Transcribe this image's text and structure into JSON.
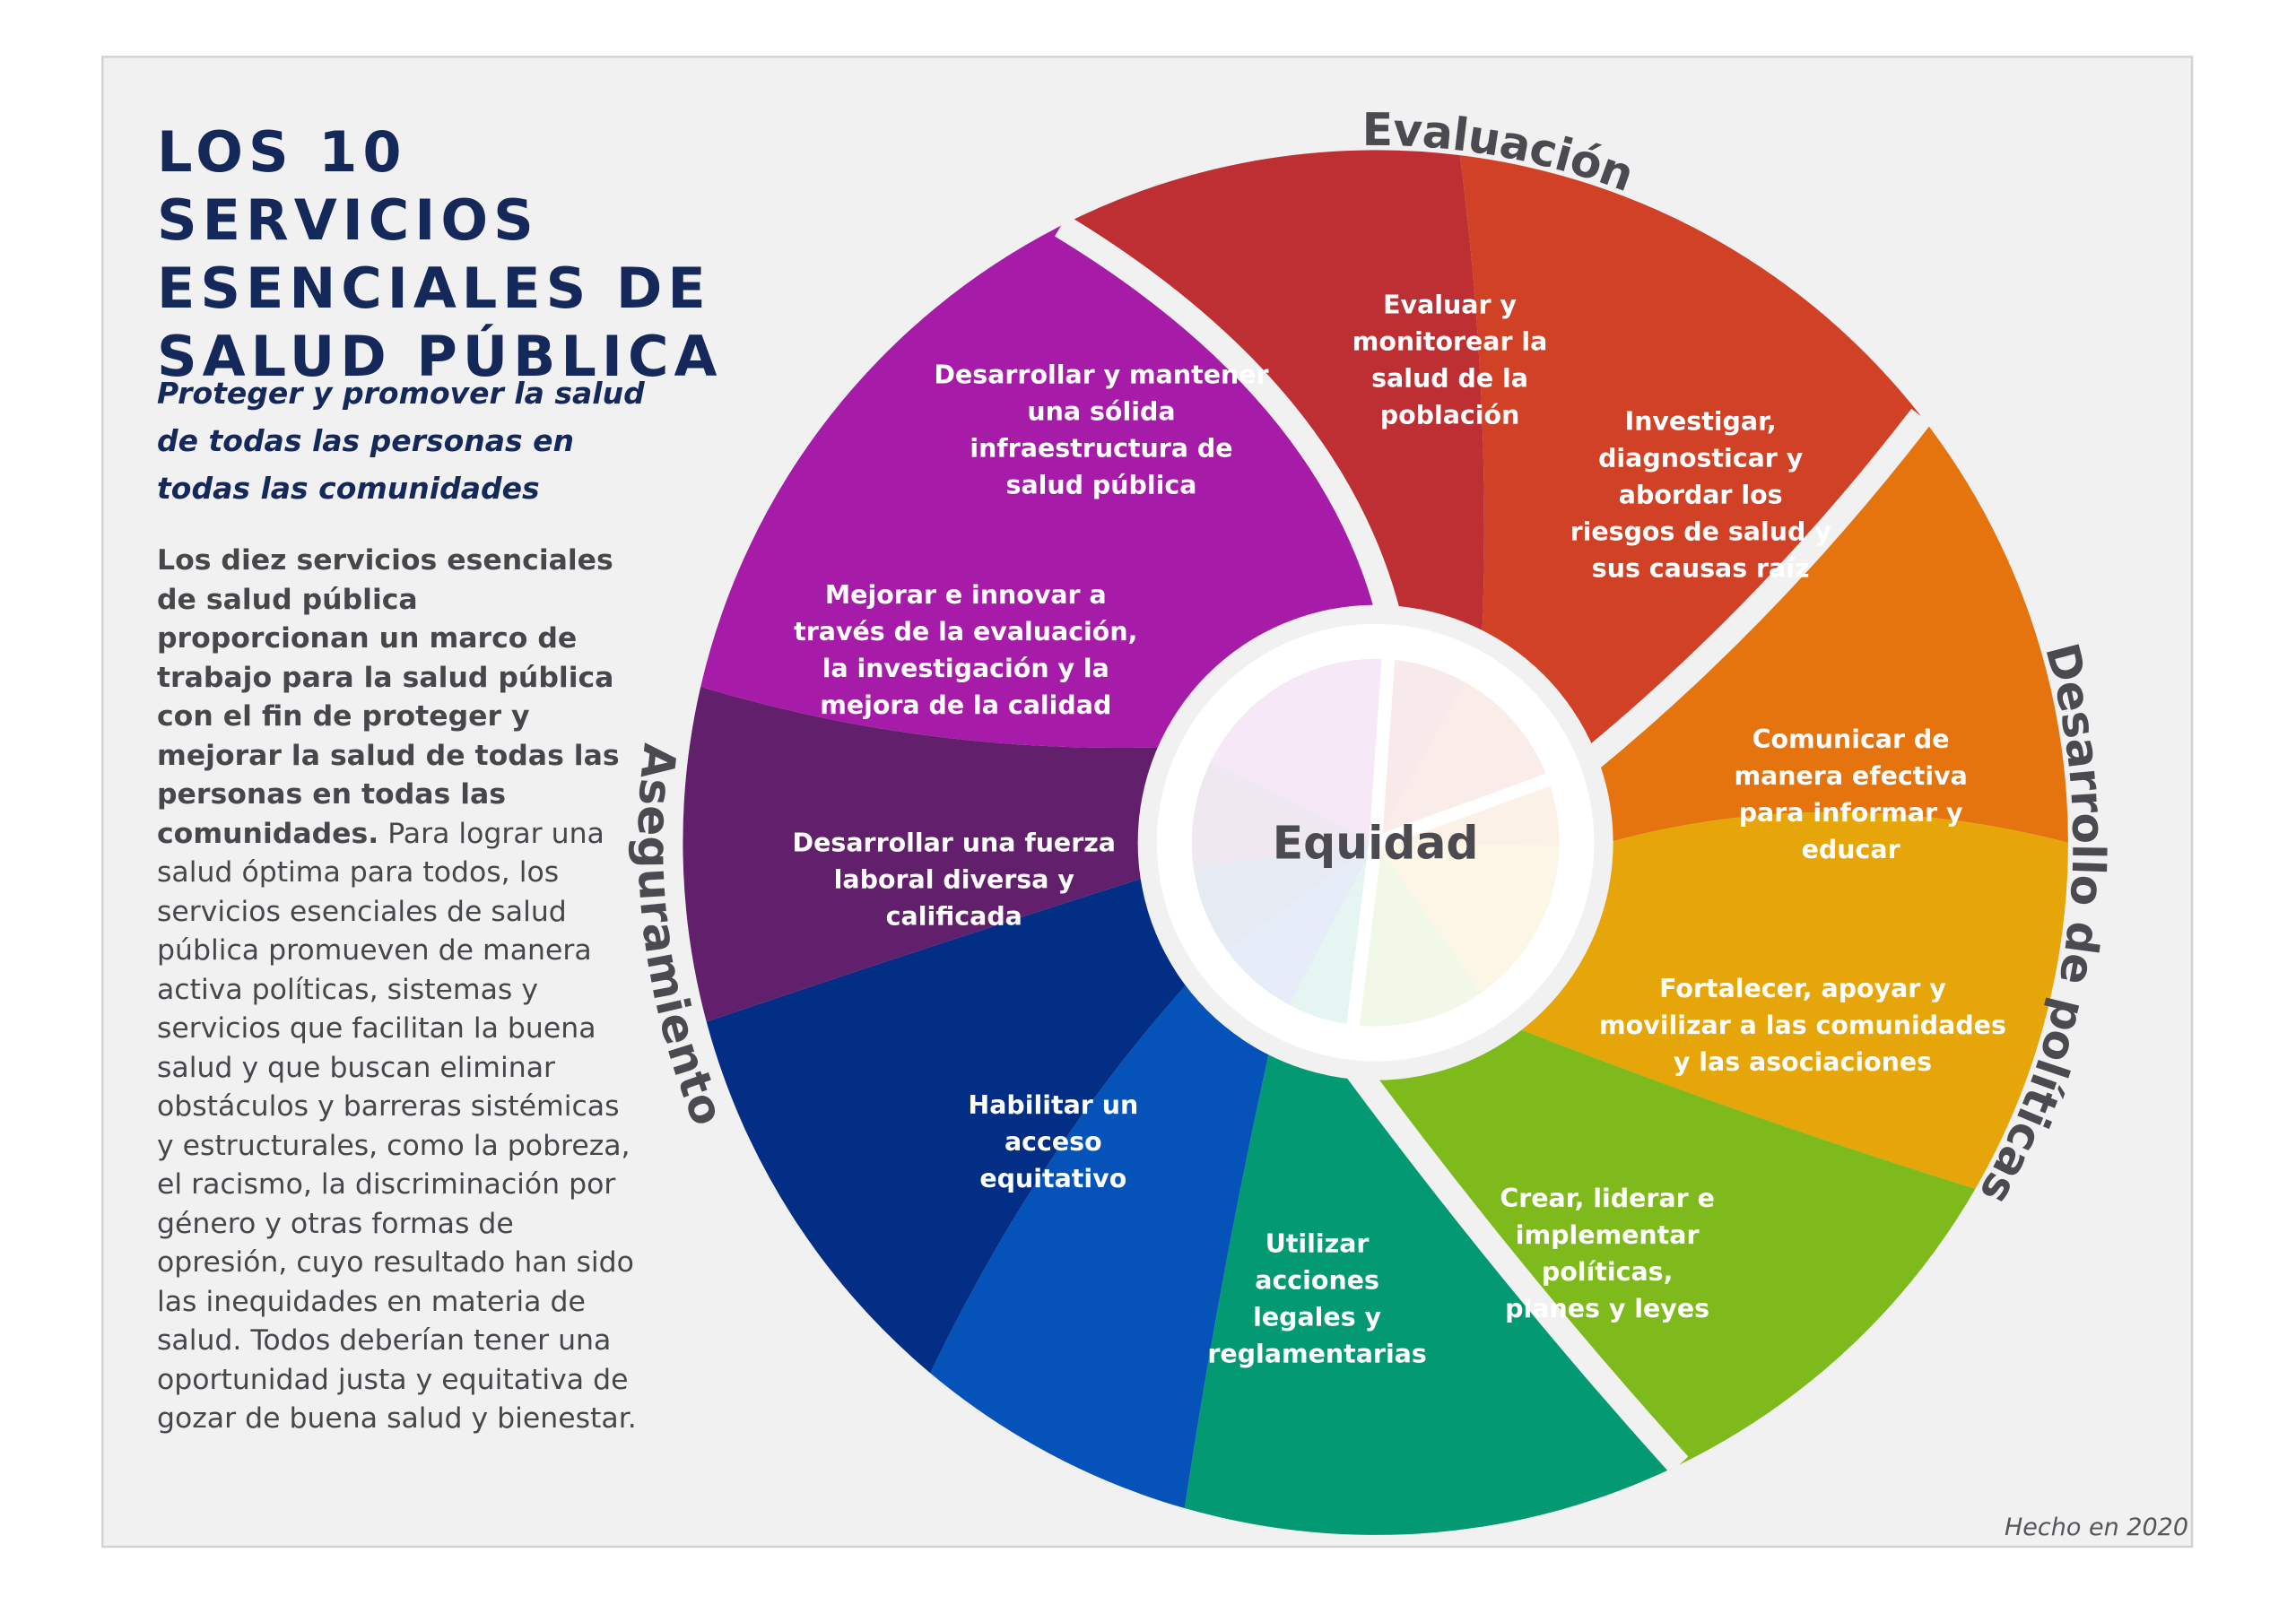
{
  "title": "LOS 10 SERVICIOS ESENCIALES DE SALUD PÚBLICA",
  "subtitle": "Proteger y promover la salud de todas las personas en todas las comunidades",
  "intro": {
    "bold": "Los diez servicios esenciales de salud pública proporcionan un marco de trabajo para la salud pública con el fin de proteger y mejorar la salud de todas las personas en todas las comunidades.",
    "regular": " Para lograr una salud óptima para todos, los servicios esenciales de salud pública promueven de manera activa políticas, sistemas y servicios que facilitan la buena salud y que buscan eliminar obstáculos y barreras sistémicas y estructurales, como la pobreza, el racismo, la discriminación por género y otras formas de opresión, cuyo resultado han sido las inequidades en materia de salud. Todos deberían tener una oportunidad justa y equitativa de gozar de buena salud y bienestar."
  },
  "center_label": "Equidad",
  "groups": [
    {
      "label": "Evaluación"
    },
    {
      "label": "Desarrollo de políticas"
    },
    {
      "label": "Aseguramiento"
    }
  ],
  "services": [
    {
      "lines": [
        "Evaluar y",
        "monitorear la",
        "salud de la",
        "población"
      ],
      "color": "#bd2f32"
    },
    {
      "lines": [
        "Investigar,",
        "diagnosticar y",
        "abordar los",
        "riesgos de salud y",
        "sus causas raíz"
      ],
      "color": "#d14125"
    },
    {
      "lines": [
        "Comunicar de",
        "manera efectiva",
        "para informar y",
        "educar"
      ],
      "color": "#e5730e"
    },
    {
      "lines": [
        "Fortalecer, apoyar y",
        "movilizar a las comunidades",
        "y las asociaciones"
      ],
      "color": "#e6a508"
    },
    {
      "lines": [
        "Crear, liderar e",
        "implementar",
        "políticas,",
        "planes y leyes"
      ],
      "color": "#7fba1d"
    },
    {
      "lines": [
        "Utilizar",
        "acciones",
        "legales y",
        "reglamentarias"
      ],
      "color": "#039a73"
    },
    {
      "lines": [
        "Habilitar un",
        "acceso",
        "equitativo"
      ],
      "color": "#0553b8"
    },
    {
      "lines": [
        "Desarrollar una fuerza",
        "laboral diversa y",
        "calificada"
      ],
      "color": "#022e86"
    },
    {
      "lines": [
        "Mejorar e innovar a",
        "través de la evaluación,",
        "la investigación y la",
        "mejora de la calidad"
      ],
      "color": "#621f6b"
    },
    {
      "lines": [
        "Desarrollar y mantener",
        "una sólida",
        "infraestructura de",
        "salud pública"
      ],
      "color": "#a71ba9"
    }
  ],
  "footer": "Hecho en 2020"
}
